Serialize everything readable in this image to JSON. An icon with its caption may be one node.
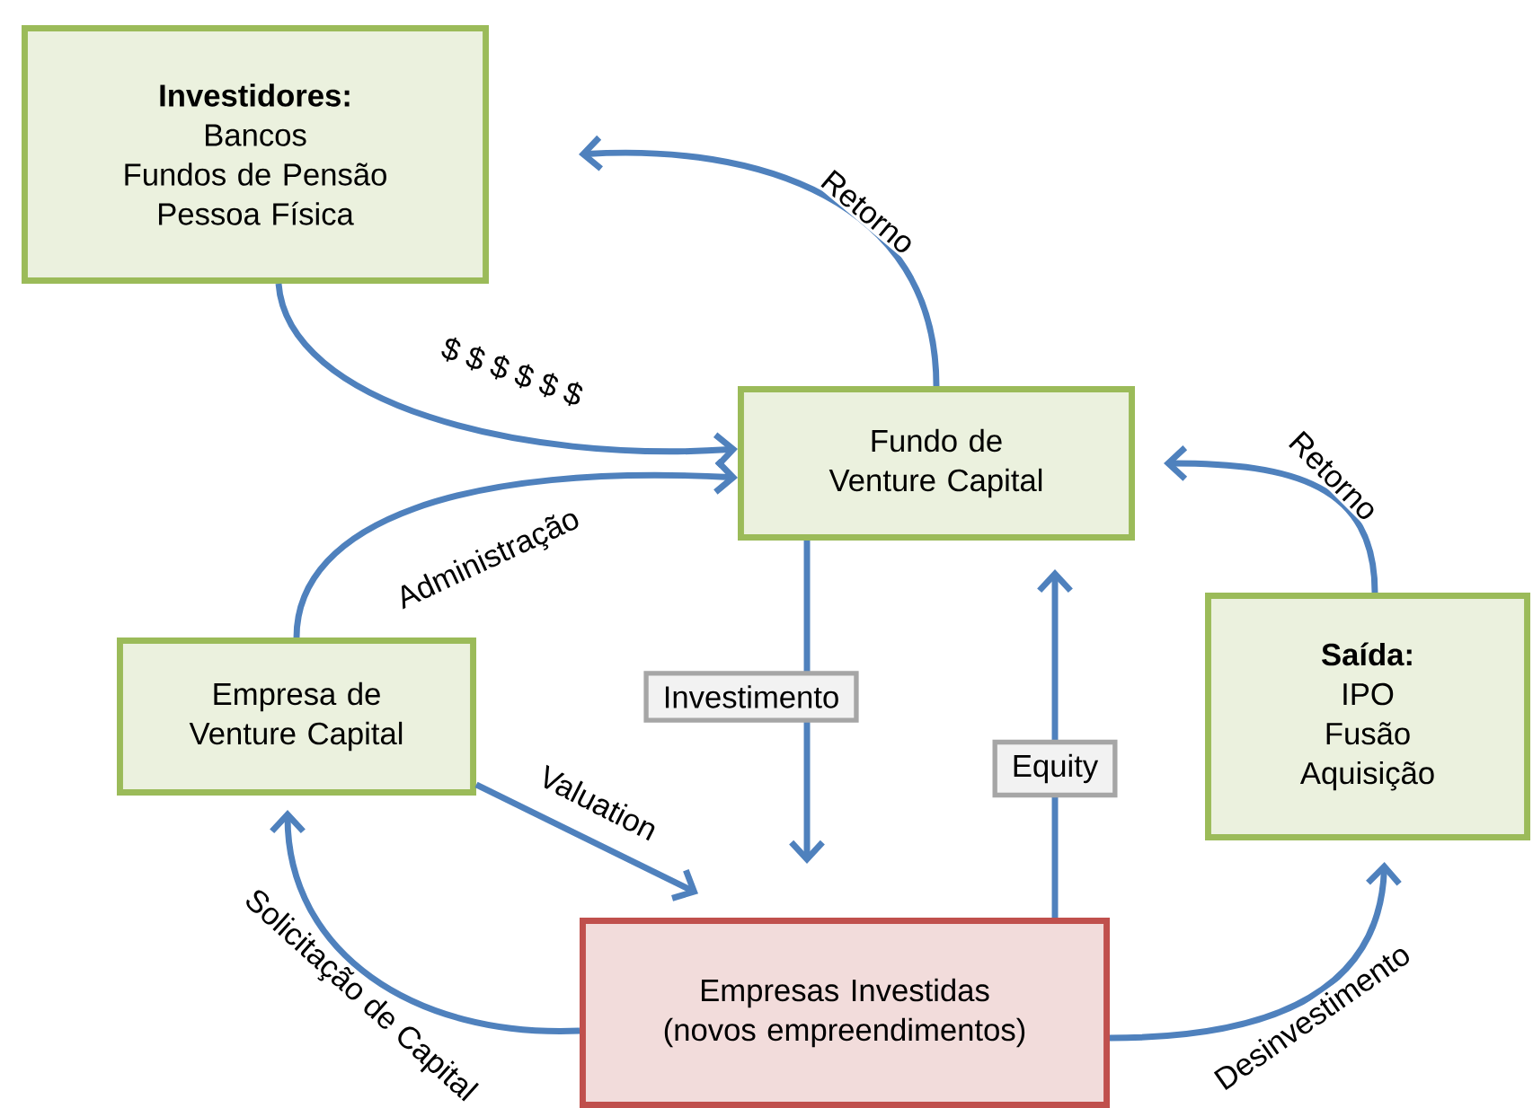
{
  "diagram": {
    "nodes": [
      {
        "text": [
          "Investidores:",
          "Bancos",
          "Fundos de Pensão",
          "Pessoa Física"
        ]
      },
      {
        "text": [
          "Fundo de Venture Capital"
        ]
      },
      {
        "text": [
          "Empresa de Venture Capital"
        ]
      },
      {
        "text": [
          "Empresas Investidas (novos empreendimentos)"
        ]
      },
      {
        "text": [
          "Saída:",
          "IPO",
          "Fusão",
          "Aquisição"
        ]
      }
    ],
    "edges": [
      {
        "from": 0,
        "to": 1,
        "arrow": "to",
        "label": "$ $ $ $ $ $"
      },
      {
        "from": 1,
        "to": 0,
        "arrow": "to",
        "label": "Retorno"
      },
      {
        "from": 2,
        "to": 1,
        "arrow": "to",
        "label": "Administração"
      },
      {
        "from": 1,
        "to": 3,
        "arrow": "to",
        "label": "Investimento"
      },
      {
        "from": 3,
        "to": 1,
        "arrow": "to",
        "label": "Equity"
      },
      {
        "from": 2,
        "to": 3,
        "arrow": "to",
        "label": "Valuation"
      },
      {
        "from": 3,
        "to": 2,
        "arrow": "to",
        "label": "Solicitação de Capital"
      },
      {
        "from": 3,
        "to": 4,
        "arrow": "to",
        "label": "Desinvestimento"
      },
      {
        "from": 4,
        "to": 1,
        "arrow": "to",
        "label": "Retorno"
      }
    ]
  }
}
